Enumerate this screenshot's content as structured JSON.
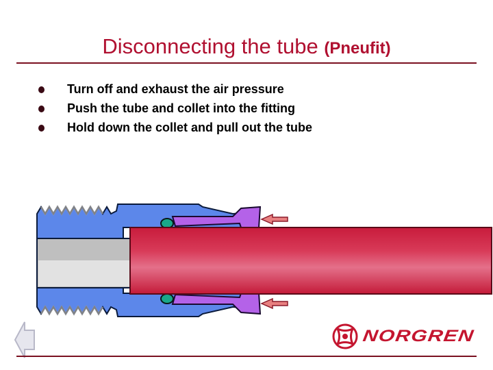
{
  "slide": {
    "title_main": "Disconnecting the tube ",
    "title_sub": "(Pneufit)",
    "bullets": [
      "Turn off and exhaust the air pressure",
      "Push the tube and collet into the fitting",
      "Hold down the collet and pull out the tube"
    ]
  },
  "logo": {
    "text": "NORGREN",
    "icon": "norgren-emblem-icon"
  },
  "icons": {
    "back": "back-arrow-icon",
    "push_arrows": "left-arrow-icon",
    "bullet": "bullet-dot-icon"
  },
  "colors": {
    "title": "#b01030",
    "fitting_body": "#5c87ea",
    "collet": "#b462e8",
    "o_ring": "#1aa88a",
    "tube": "#d62848",
    "bore": "#bfbfbf",
    "arrow": "#e88080",
    "brand": "#c4152f"
  }
}
